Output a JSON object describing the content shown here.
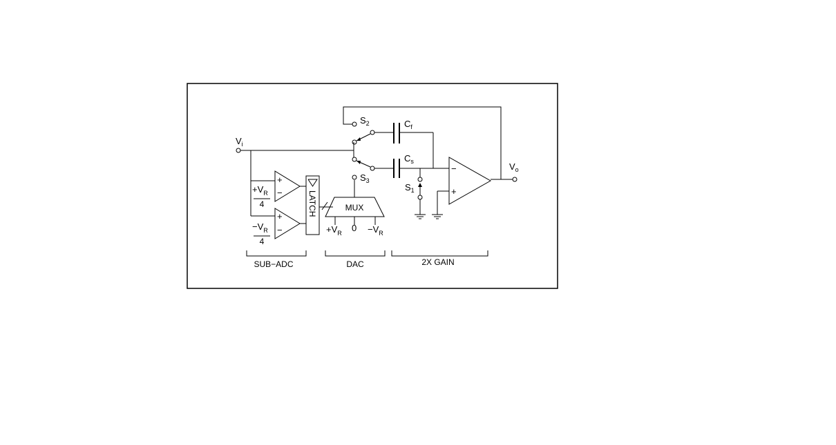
{
  "diagram": {
    "input_label": {
      "main": "V",
      "sub": "i"
    },
    "output_label": {
      "main": "V",
      "sub": "o"
    },
    "switch_s2": {
      "main": "S",
      "sub": "2"
    },
    "switch_s3": {
      "main": "S",
      "sub": "3"
    },
    "switch_s1": {
      "main": "S",
      "sub": "1"
    },
    "cap_cf": {
      "main": "C",
      "sub": "f"
    },
    "cap_cs": {
      "main": "C",
      "sub": "s"
    },
    "ref_top": {
      "prefix": "+V",
      "sub": "R",
      "den": "4"
    },
    "ref_bottom": {
      "prefix": "−V",
      "sub": "R",
      "den": "4"
    },
    "comparator_plus": "+",
    "comparator_minus": "−",
    "latch_label": "LATCH",
    "mux_label": "MUX",
    "mux_inputs": [
      {
        "main": "+V",
        "sub": "R"
      },
      {
        "main": "0",
        "sub": ""
      },
      {
        "main": "−V",
        "sub": "R"
      }
    ],
    "opamp_minus": "−",
    "opamp_plus": "+",
    "sections": [
      "SUB−ADC",
      "DAC",
      "2X GAIN"
    ]
  }
}
